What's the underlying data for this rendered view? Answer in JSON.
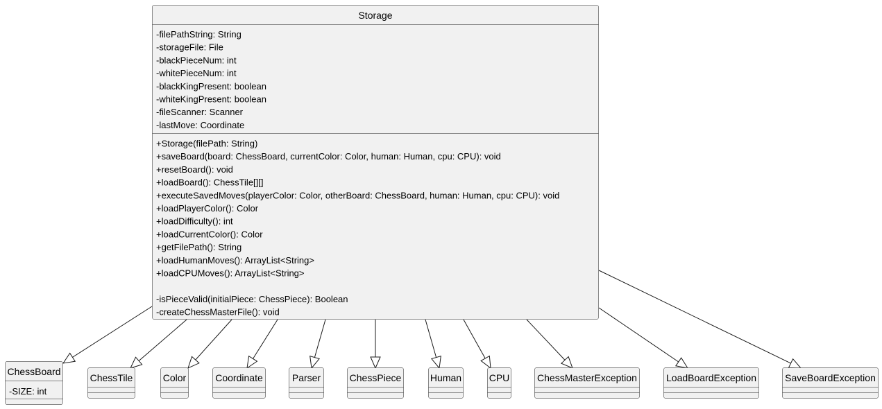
{
  "main_class": {
    "name": "Storage",
    "fields": [
      "-filePathString: String",
      "-storageFile: File",
      "-blackPieceNum: int",
      "-whitePieceNum: int",
      "-blackKingPresent: boolean",
      "-whiteKingPresent: boolean",
      "-fileScanner: Scanner",
      "-lastMove: Coordinate"
    ],
    "methods": [
      "+Storage(filePath: String)",
      "+saveBoard(board: ChessBoard, currentColor: Color, human: Human, cpu: CPU): void",
      "+resetBoard(): void",
      "+loadBoard(): ChessTile[][]",
      "+executeSavedMoves(playerColor: Color, otherBoard: ChessBoard, human: Human, cpu: CPU): void",
      "+loadPlayerColor(): Color",
      "+loadDifficulty(): int",
      "+loadCurrentColor(): Color",
      "+getFilePath(): String",
      "+loadHumanMoves(): ArrayList<String>",
      "+loadCPUMoves(): ArrayList<String>",
      "",
      "-isPieceValid(initialPiece: ChessPiece): Boolean",
      "-createChessMasterFile(): void"
    ]
  },
  "dependency_classes": [
    {
      "name": "ChessBoard",
      "fields": [
        "-SIZE: int"
      ]
    },
    {
      "name": "ChessTile",
      "fields": []
    },
    {
      "name": "Color",
      "fields": []
    },
    {
      "name": "Coordinate",
      "fields": []
    },
    {
      "name": "Parser",
      "fields": []
    },
    {
      "name": "ChessPiece",
      "fields": []
    },
    {
      "name": "Human",
      "fields": []
    },
    {
      "name": "CPU",
      "fields": []
    },
    {
      "name": "ChessMasterException",
      "fields": []
    },
    {
      "name": "LoadBoardException",
      "fields": []
    },
    {
      "name": "SaveBoardException",
      "fields": []
    }
  ],
  "colors": {
    "box_fill": "#f1f1f1",
    "box_stroke": "#181818",
    "background": "#ffffff"
  }
}
